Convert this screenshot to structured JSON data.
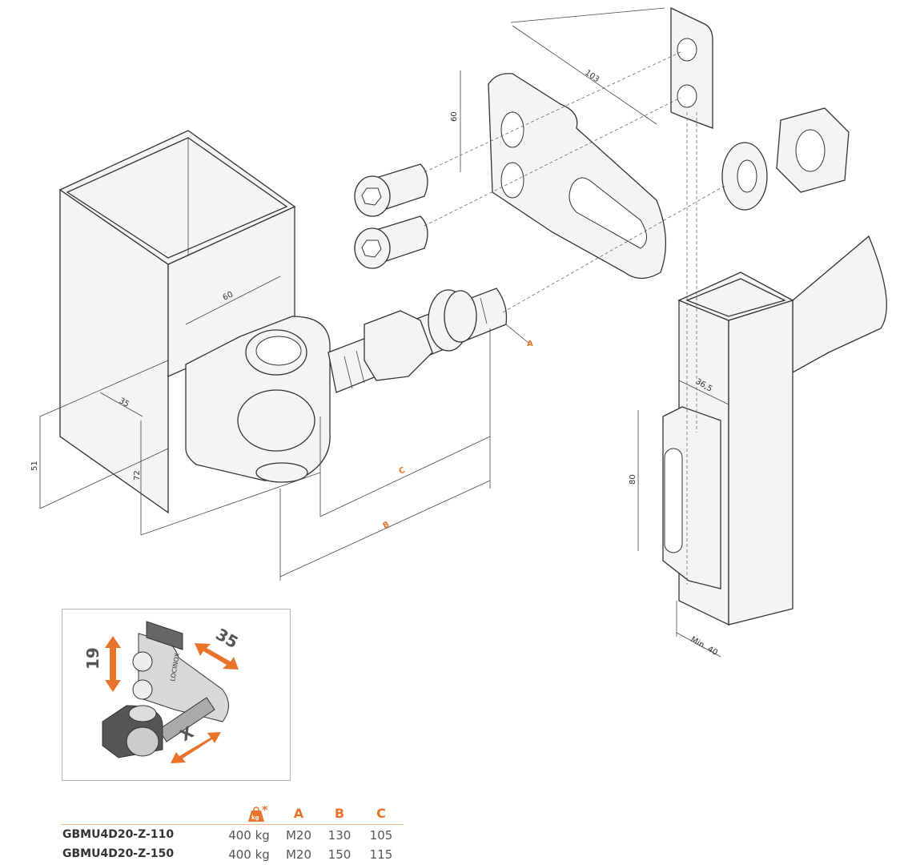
{
  "drawing": {
    "dimensions": {
      "bracket_length": "103",
      "bracket_height": "60",
      "post_width": "60",
      "post_offset": "35",
      "pivot_height": "51",
      "eye_height": "72",
      "label_a": "A",
      "label_b": "B",
      "label_c": "C",
      "slot_offset": "36,5",
      "slot_height": "80",
      "min_width": "Min. 40"
    }
  },
  "inset": {
    "vertical_adjust": "19",
    "horizontal_adjust": "35",
    "depth_adjust": "X",
    "brand_on_plate": "LOCINOX"
  },
  "table": {
    "weight_icon_label": "kg",
    "weight_asterisk": "*",
    "headers": [
      "A",
      "B",
      "C"
    ],
    "rows": [
      {
        "code": "GBMU4D20-Z-110",
        "weight": "400 kg",
        "a": "M20",
        "b": "130",
        "c": "105"
      },
      {
        "code": "GBMU4D20-Z-150",
        "weight": "400 kg",
        "a": "M20",
        "b": "150",
        "c": "115"
      }
    ]
  },
  "colors": {
    "accent": "#e8732a",
    "line": "#333333"
  }
}
